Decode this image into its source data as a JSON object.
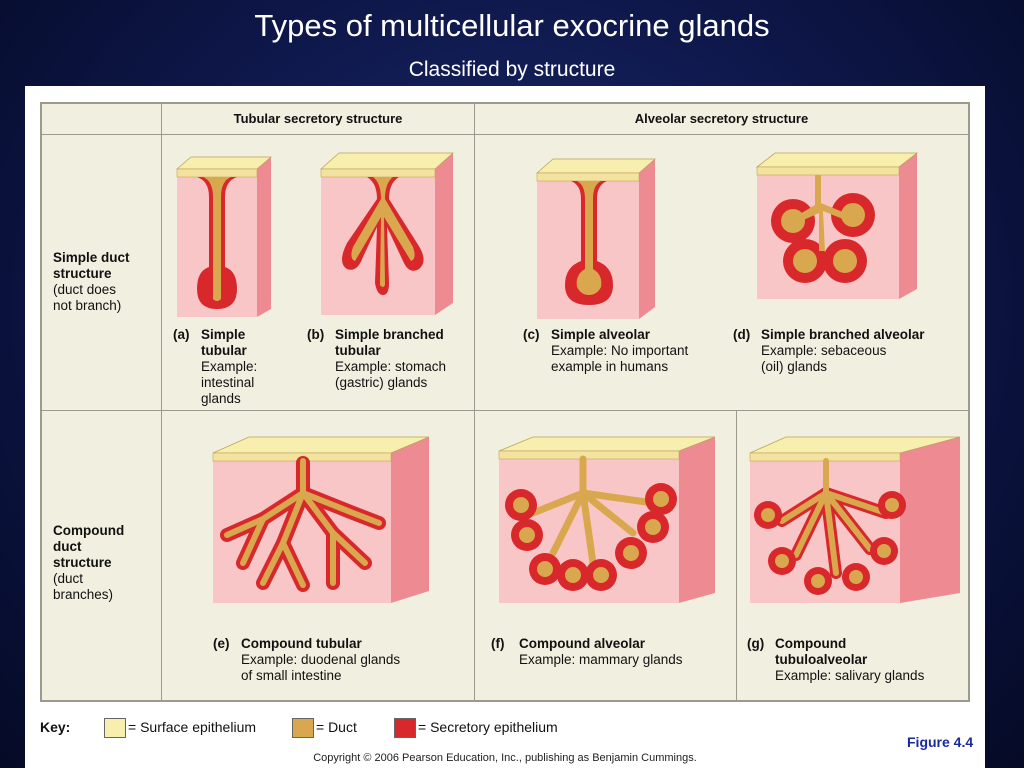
{
  "title": "Types of multicellular exocrine glands",
  "subtitle": "Classified by structure",
  "columns": {
    "tubular": "Tubular secretory structure",
    "alveolar": "Alveolar secretory structure"
  },
  "rows": {
    "simple": {
      "line1": "Simple duct",
      "line2": "structure",
      "line3": "(duct does",
      "line4": "not branch)"
    },
    "compound": {
      "line1": "Compound",
      "line2": "duct",
      "line3": "structure",
      "line4": "(duct",
      "line5": "branches)"
    }
  },
  "glands": {
    "a": {
      "letter": "(a)",
      "name1": "Simple",
      "name2": "tubular",
      "ex1": "Example:",
      "ex2": "intestinal",
      "ex3": "glands"
    },
    "b": {
      "letter": "(b)",
      "name1": "Simple branched",
      "name2": "tubular",
      "ex1": "Example: stomach",
      "ex2": "(gastric) glands"
    },
    "c": {
      "letter": "(c)",
      "name1": "Simple alveolar",
      "ex1": "Example: No important",
      "ex2": "example in humans"
    },
    "d": {
      "letter": "(d)",
      "name1": "Simple branched alveolar",
      "ex1": "Example: sebaceous",
      "ex2": "(oil) glands"
    },
    "e": {
      "letter": "(e)",
      "name1": "Compound tubular",
      "ex1": "Example: duodenal glands",
      "ex2": "of small intestine"
    },
    "f": {
      "letter": "(f)",
      "name1": "Compound alveolar",
      "ex1": "Example: mammary glands"
    },
    "g": {
      "letter": "(g)",
      "name1": "Compound",
      "name2": "tubuloalveolar",
      "ex1": "Example: salivary glands"
    }
  },
  "key": {
    "label": "Key:",
    "surface": "= Surface epithelium",
    "duct": "= Duct",
    "secretory": "= Secretory epithelium"
  },
  "colors": {
    "surface_epithelium": "#f8efae",
    "duct": "#d9a84e",
    "secretory_epithelium": "#d8282c",
    "tissue_front": "#f9c6c8",
    "tissue_side": "#ee8a92"
  },
  "figure_label": "Figure 4.4",
  "copyright": "Copyright © 2006 Pearson Education, Inc., publishing as Benjamin Cummings."
}
